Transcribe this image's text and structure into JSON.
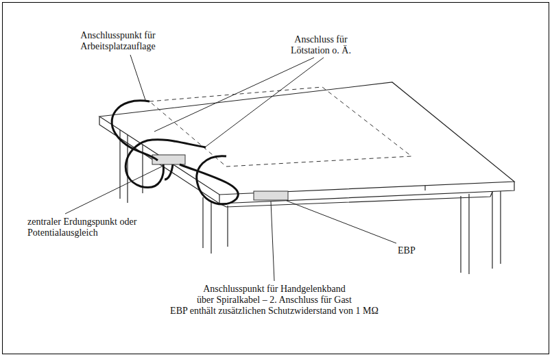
{
  "diagram": {
    "labels": [
      "Anschlusspunkt für Arbeitsplatzauflage",
      "Anschluss für Lötstation o. Ä.",
      "zentraler Erdungspunkt oder Potentialausgleich",
      "EBP",
      "Anschlusspunkt für Handgelenkband",
      "über Spiralkabel – 2. Anschluss für Gast",
      "EBP enthält zusätzlichen Schutzwiderstand von 1 MΩ"
    ]
  }
}
